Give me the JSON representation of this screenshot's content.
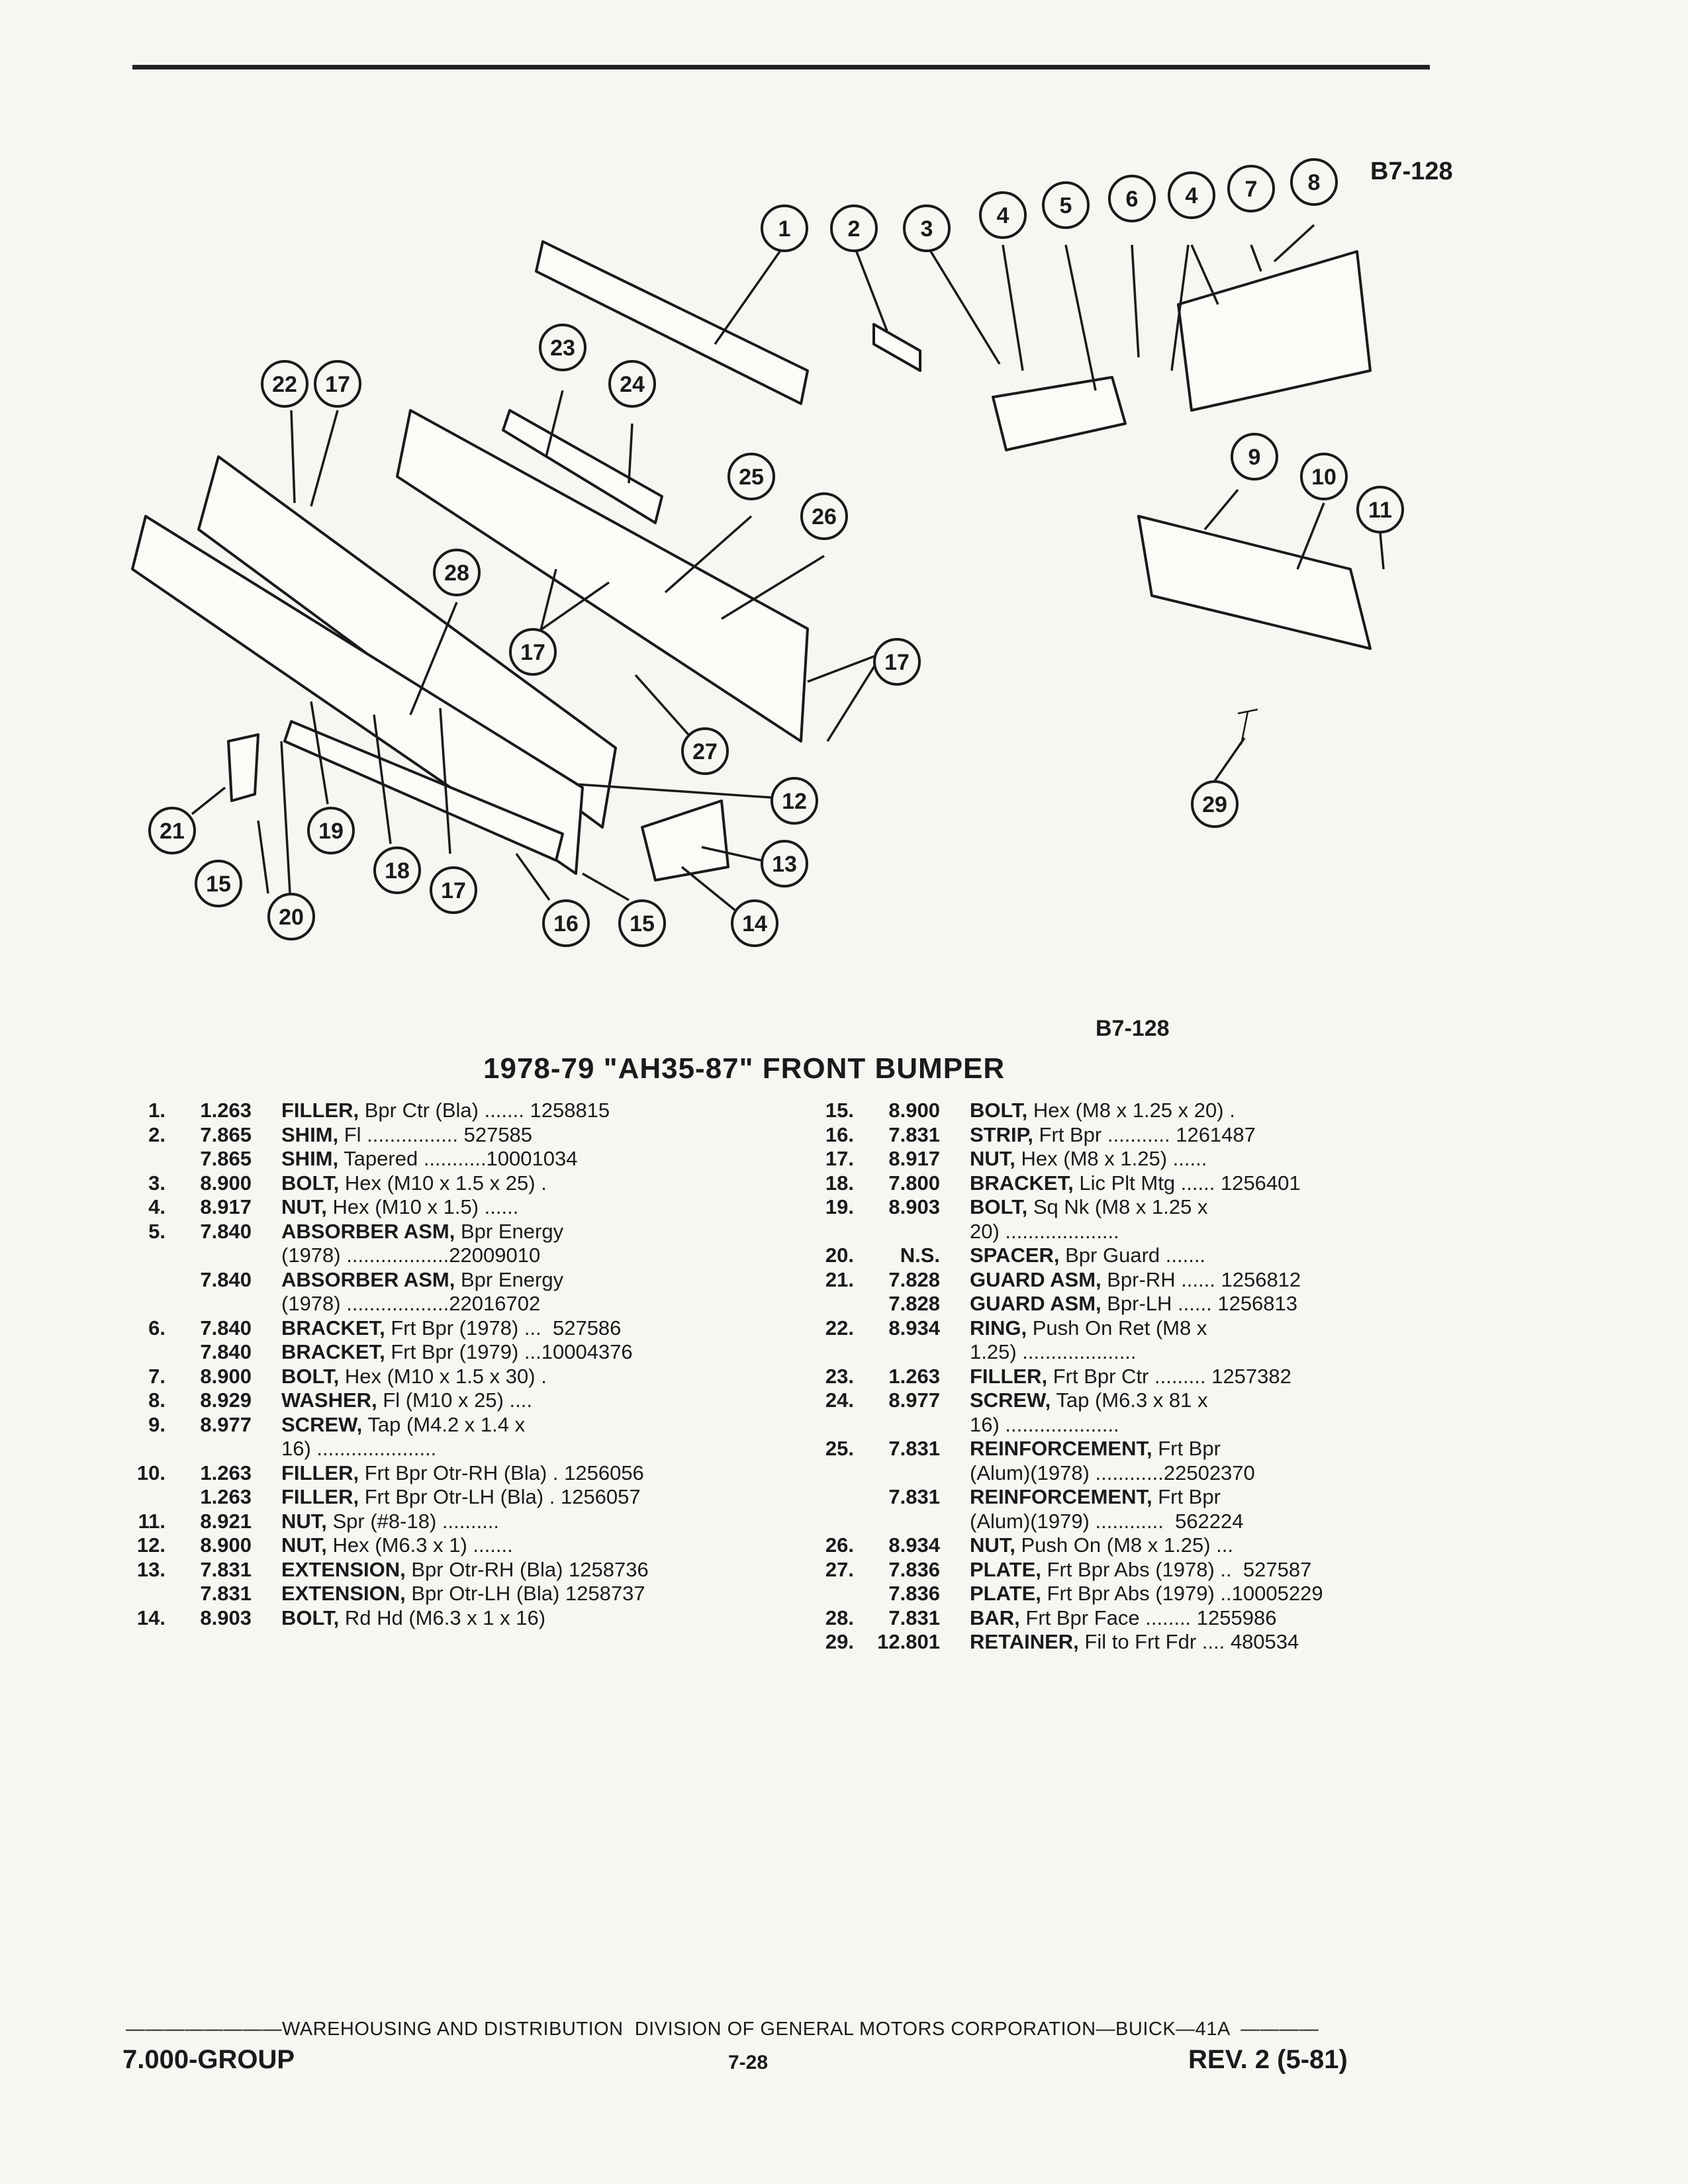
{
  "figure": {
    "code_top": "B7-128",
    "code_bottom": "B7-128",
    "callouts": [
      "1",
      "2",
      "3",
      "4",
      "5",
      "6",
      "4",
      "7",
      "8",
      "22",
      "17",
      "23",
      "24",
      "25",
      "26",
      "28",
      "9",
      "10",
      "11",
      "17",
      "17",
      "27",
      "12",
      "13",
      "14",
      "21",
      "19",
      "18",
      "17",
      "16",
      "15",
      "15",
      "20",
      "29"
    ]
  },
  "parts_list": {
    "title": "1978-79 \"AH35-87\" FRONT BUMPER",
    "left": [
      {
        "num": "1.",
        "group": "1.263",
        "name": "FILLER,",
        "desc": " Bpr Ctr (Bla) ....... 1258815"
      },
      {
        "num": "2.",
        "group": "7.865",
        "name": "SHIM,",
        "desc": " Fl ................ 527585"
      },
      {
        "num": "",
        "group": "7.865",
        "name": "SHIM,",
        "desc": " Tapered ...........10001034"
      },
      {
        "num": "3.",
        "group": "8.900",
        "name": "BOLT,",
        "desc": " Hex (M10 x 1.5 x 25) ."
      },
      {
        "num": "4.",
        "group": "8.917",
        "name": "NUT,",
        "desc": " Hex (M10 x 1.5) ......"
      },
      {
        "num": "5.",
        "group": "7.840",
        "name": "ABSORBER ASM,",
        "desc": " Bpr Energy"
      },
      {
        "num": "",
        "group": "",
        "name": "",
        "desc": "(1978) ..................22009010"
      },
      {
        "num": "",
        "group": "7.840",
        "name": "ABSORBER ASM,",
        "desc": " Bpr Energy"
      },
      {
        "num": "",
        "group": "",
        "name": "",
        "desc": "(1978) ..................22016702"
      },
      {
        "num": "6.",
        "group": "7.840",
        "name": "BRACKET,",
        "desc": " Frt Bpr (1978) ...  527586"
      },
      {
        "num": "",
        "group": "7.840",
        "name": "BRACKET,",
        "desc": " Frt Bpr (1979) ...10004376"
      },
      {
        "num": "7.",
        "group": "8.900",
        "name": "BOLT,",
        "desc": " Hex (M10 x 1.5 x 30) ."
      },
      {
        "num": "8.",
        "group": "8.929",
        "name": "WASHER,",
        "desc": " Fl (M10 x 25) ...."
      },
      {
        "num": "9.",
        "group": "8.977",
        "name": "SCREW,",
        "desc": " Tap (M4.2 x 1.4 x"
      },
      {
        "num": "",
        "group": "",
        "name": "",
        "desc": "16) ....................."
      },
      {
        "num": "10.",
        "group": "1.263",
        "name": "FILLER,",
        "desc": " Frt Bpr Otr-RH (Bla) . 1256056"
      },
      {
        "num": "",
        "group": "1.263",
        "name": "FILLER,",
        "desc": " Frt Bpr Otr-LH (Bla) . 1256057"
      },
      {
        "num": "11.",
        "group": "8.921",
        "name": "NUT,",
        "desc": " Spr (#8-18) .........."
      },
      {
        "num": "12.",
        "group": "8.900",
        "name": "NUT,",
        "desc": " Hex (M6.3 x 1) ......."
      },
      {
        "num": "13.",
        "group": "7.831",
        "name": "EXTENSION,",
        "desc": " Bpr Otr-RH (Bla) 1258736"
      },
      {
        "num": "",
        "group": "7.831",
        "name": "EXTENSION,",
        "desc": " Bpr Otr-LH (Bla) 1258737"
      },
      {
        "num": "14.",
        "group": "8.903",
        "name": "BOLT,",
        "desc": " Rd Hd (M6.3 x 1 x 16)"
      }
    ],
    "right": [
      {
        "num": "15.",
        "group": "8.900",
        "name": "BOLT,",
        "desc": " Hex (M8 x 1.25 x 20) ."
      },
      {
        "num": "16.",
        "group": "7.831",
        "name": "STRIP,",
        "desc": " Frt Bpr ........... 1261487"
      },
      {
        "num": "17.",
        "group": "8.917",
        "name": "NUT,",
        "desc": " Hex (M8 x 1.25) ......"
      },
      {
        "num": "18.",
        "group": "7.800",
        "name": "BRACKET,",
        "desc": " Lic Plt Mtg ...... 1256401"
      },
      {
        "num": "19.",
        "group": "8.903",
        "name": "BOLT,",
        "desc": " Sq Nk (M8 x 1.25 x"
      },
      {
        "num": "",
        "group": "",
        "name": "",
        "desc": "20) ...................."
      },
      {
        "num": "20.",
        "group": "N.S.",
        "name": "SPACER,",
        "desc": " Bpr Guard ......."
      },
      {
        "num": "21.",
        "group": "7.828",
        "name": "GUARD ASM,",
        "desc": " Bpr-RH ...... 1256812"
      },
      {
        "num": "",
        "group": "7.828",
        "name": "GUARD ASM,",
        "desc": " Bpr-LH ...... 1256813"
      },
      {
        "num": "22.",
        "group": "8.934",
        "name": "RING,",
        "desc": " Push On Ret (M8 x"
      },
      {
        "num": "",
        "group": "",
        "name": "",
        "desc": "1.25) ...................."
      },
      {
        "num": "23.",
        "group": "1.263",
        "name": "FILLER,",
        "desc": " Frt Bpr Ctr ......... 1257382"
      },
      {
        "num": "24.",
        "group": "8.977",
        "name": "SCREW,",
        "desc": " Tap (M6.3 x 81 x"
      },
      {
        "num": "",
        "group": "",
        "name": "",
        "desc": "16) ...................."
      },
      {
        "num": "25.",
        "group": "7.831",
        "name": "REINFORCEMENT,",
        "desc": " Frt Bpr"
      },
      {
        "num": "",
        "group": "",
        "name": "",
        "desc": "(Alum)(1978) ............22502370"
      },
      {
        "num": "",
        "group": "7.831",
        "name": "REINFORCEMENT,",
        "desc": " Frt Bpr"
      },
      {
        "num": "",
        "group": "",
        "name": "",
        "desc": "(Alum)(1979) ............  562224"
      },
      {
        "num": "26.",
        "group": "8.934",
        "name": "NUT,",
        "desc": " Push On (M8 x 1.25) ..."
      },
      {
        "num": "27.",
        "group": "7.836",
        "name": "PLATE,",
        "desc": " Frt Bpr Abs (1978) ..  527587"
      },
      {
        "num": "",
        "group": "7.836",
        "name": "PLATE,",
        "desc": " Frt Bpr Abs (1979) ..10005229"
      },
      {
        "num": "28.",
        "group": "7.831",
        "name": "BAR,",
        "desc": " Frt Bpr Face ........ 1255986"
      },
      {
        "num": "29.",
        "group": "12.801",
        "name": "RETAINER,",
        "desc": " Fil to Frt Fdr .... 480534"
      }
    ]
  },
  "footer": {
    "division_line": "————————WAREHOUSING AND DISTRIBUTION  DIVISION OF GENERAL MOTORS CORPORATION—BUICK—41A  ————",
    "group": "7.000-GROUP",
    "page": "7-28",
    "revision": "REV. 2 (5-81)"
  }
}
